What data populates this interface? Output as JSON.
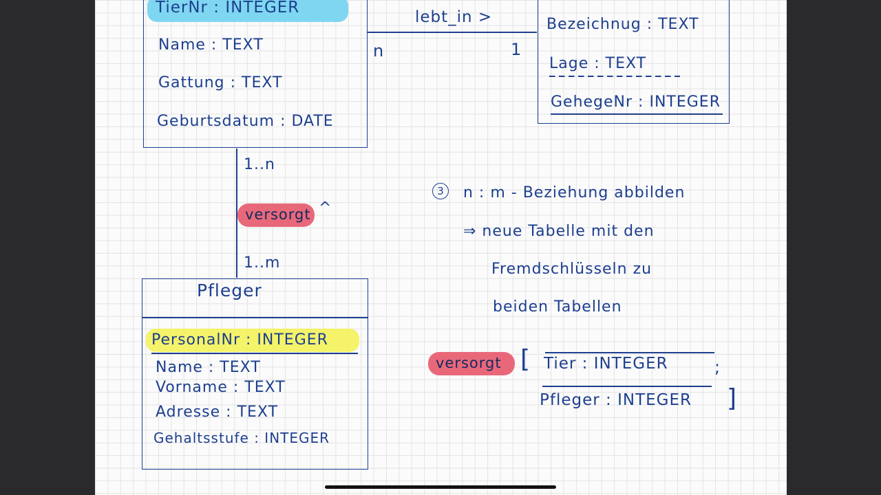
{
  "tier": {
    "pk": "TierNr : INTEGER",
    "attrs": [
      "Name : TEXT",
      "Gattung : TEXT",
      "Geburtsdatum : DATE"
    ]
  },
  "gehege": {
    "attrs": [
      "Bezeichnug : TEXT",
      "Lage : TEXT",
      "GehegeNr : INTEGER"
    ]
  },
  "pfleger": {
    "title": "Pfleger",
    "pk": "PersonalNr : INTEGER",
    "attrs": [
      "Name : TEXT",
      "Vorname : TEXT",
      "Adresse : TEXT",
      "Gehaltsstufe : INTEGER"
    ]
  },
  "rel_lebt_in": {
    "label": "lebt_in >",
    "card_left": "n",
    "card_right": "1"
  },
  "rel_versorgt": {
    "label": "versorgt",
    "arrow": "^",
    "card_top": "1..n",
    "card_bottom": "1..m"
  },
  "note": {
    "number": "3",
    "line1": "n : m - Beziehung abbilden",
    "line2": "⇒ neue Tabelle mit den",
    "line3": "Fremdschlüsseln zu",
    "line4": "beiden Tabellen"
  },
  "table_def": {
    "name": "versorgt",
    "open": "[",
    "field1": "Tier : INTEGER",
    "sep": ";",
    "field2": "Pfleger : INTEGER",
    "close": "]"
  },
  "colors": {
    "ink": "#1d3f8f",
    "blue_highlight": "#7fd6f0",
    "yellow_highlight": "#f3f25a",
    "red_highlight": "#e8687a"
  }
}
